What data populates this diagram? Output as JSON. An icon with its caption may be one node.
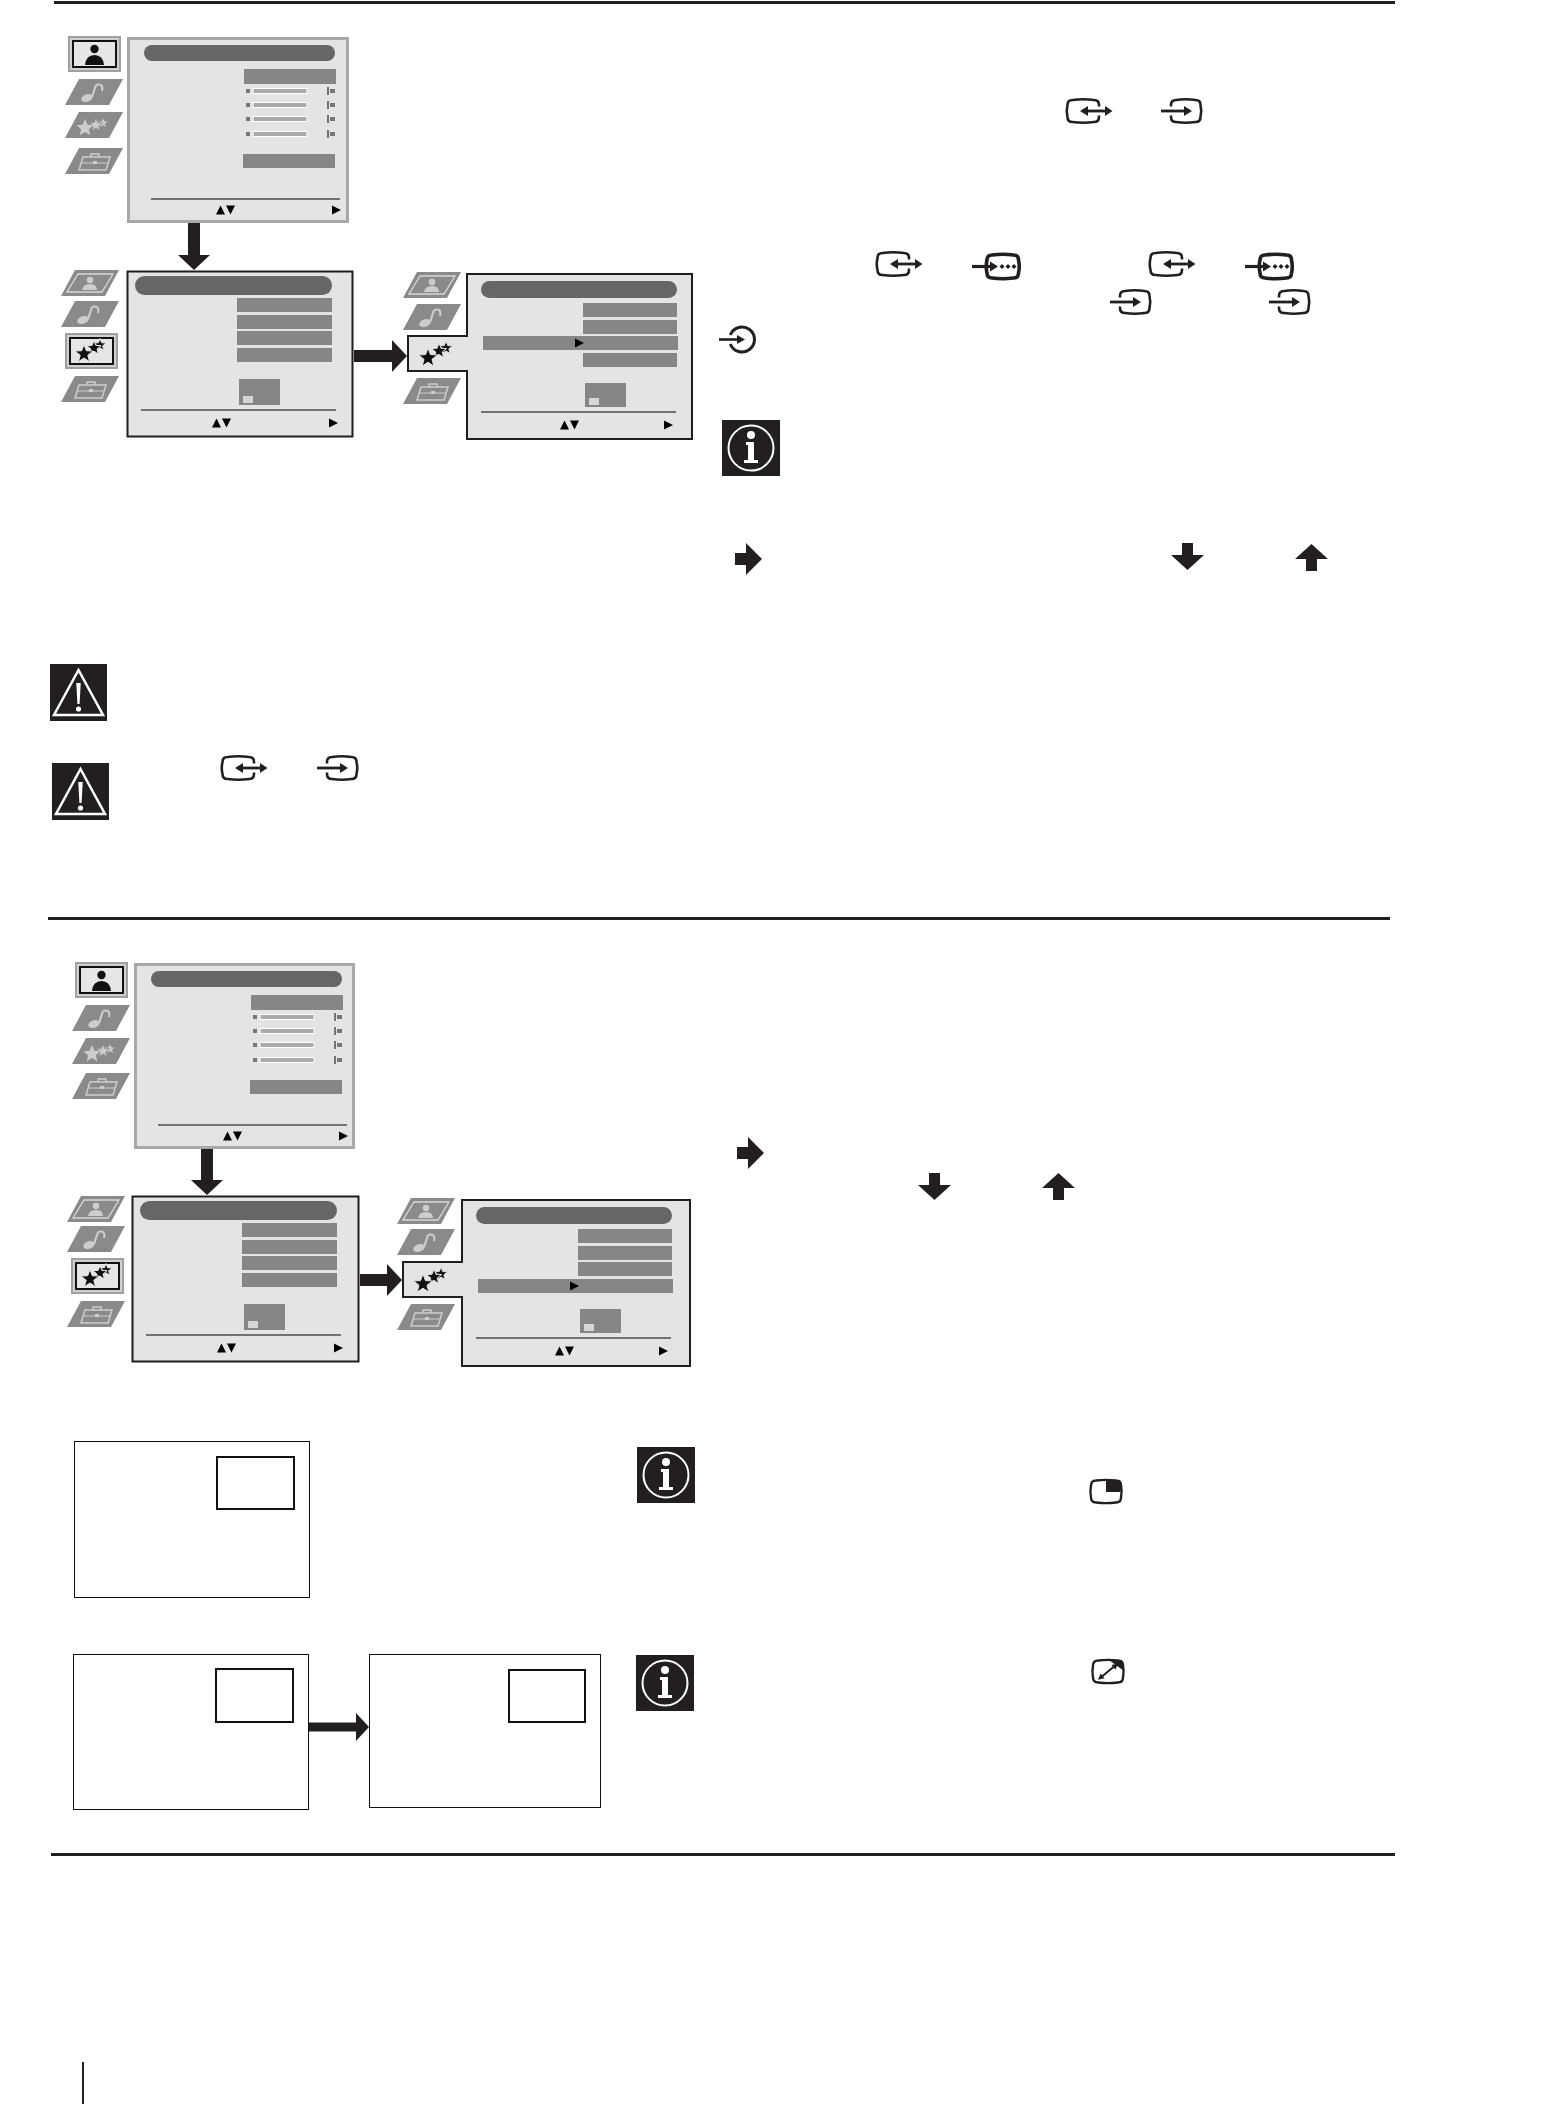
{
  "diagram": {
    "nodes": [
      {
        "text": [],
        "shape": "picture"
      },
      {
        "text": [],
        "shape": "bar",
        "in": 0
      },
      {
        "text": [],
        "shape": "picture"
      },
      {
        "text": [],
        "shape": "bar",
        "in": 2
      },
      {
        "text": [],
        "shape": "picture"
      },
      {
        "text": [],
        "shape": "bar",
        "in": 4
      },
      {
        "text": [],
        "shape": "picture"
      },
      {
        "text": [],
        "shape": "bar",
        "in": 6
      },
      {
        "text": [],
        "shape": "picture"
      },
      {
        "text": [],
        "shape": "bar",
        "in": 8
      },
      {
        "text": [],
        "shape": "picture"
      },
      {
        "text": [],
        "shape": "bar",
        "in": 10
      },
      {
        "text": [],
        "shape": "box"
      },
      {
        "text": [],
        "shape": "box",
        "in": 12
      },
      {
        "text": [],
        "shape": "box"
      },
      {
        "text": [],
        "shape": "box",
        "in": 14
      },
      {
        "text": [],
        "shape": "box"
      },
      {
        "text": [],
        "shape": "box",
        "in": 16
      }
    ],
    "edges": [
      {
        "from": 0,
        "to": 2,
        "arrow": "to"
      },
      {
        "from": 2,
        "to": 4,
        "arrow": "to"
      },
      {
        "from": 6,
        "to": 8,
        "arrow": "to"
      },
      {
        "from": 8,
        "to": 10,
        "arrow": "to"
      },
      {
        "from": 14,
        "to": 16,
        "arrow": "to"
      }
    ]
  }
}
